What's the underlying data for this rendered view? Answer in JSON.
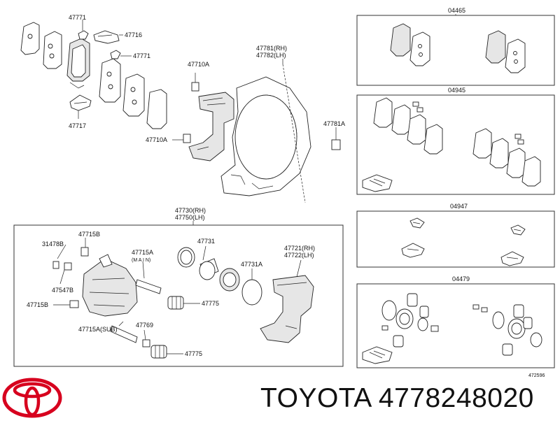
{
  "brand": {
    "text": "TOYOTA 4778248020",
    "logo_color": "#d7001e"
  },
  "drawing_number": "472596",
  "kit_labels": {
    "pads": "04465",
    "shims": "04945",
    "clips": "04947",
    "seals": "04479"
  },
  "upper_labels": {
    "p47771a": "47771",
    "p47716": "47716",
    "p47771b": "47771",
    "p47717": "47717",
    "p47710a_top": "47710A",
    "p47710a_bottom": "47710A",
    "p47781_rh": "47781(RH)",
    "p47782_lh": "47782(LH)",
    "p47781a": "47781A"
  },
  "caliper_header": {
    "rh": "47730(RH)",
    "lh": "47750(LH)"
  },
  "caliper_labels": {
    "p31478b": "31478B",
    "p47715b_top": "47715B",
    "p47715a": "47715A",
    "main": "(M A I N)",
    "p47731": "47731",
    "p47731a": "47731A",
    "p47721_rh": "47721(RH)",
    "p47722_lh": "47722(LH)",
    "p47547b": "47547B",
    "p47715b_bottom": "47715B",
    "p47775_top": "47775",
    "p47715a_sub": "47715A(SUB)",
    "p47769": "47769",
    "p47775_bottom": "47775"
  }
}
